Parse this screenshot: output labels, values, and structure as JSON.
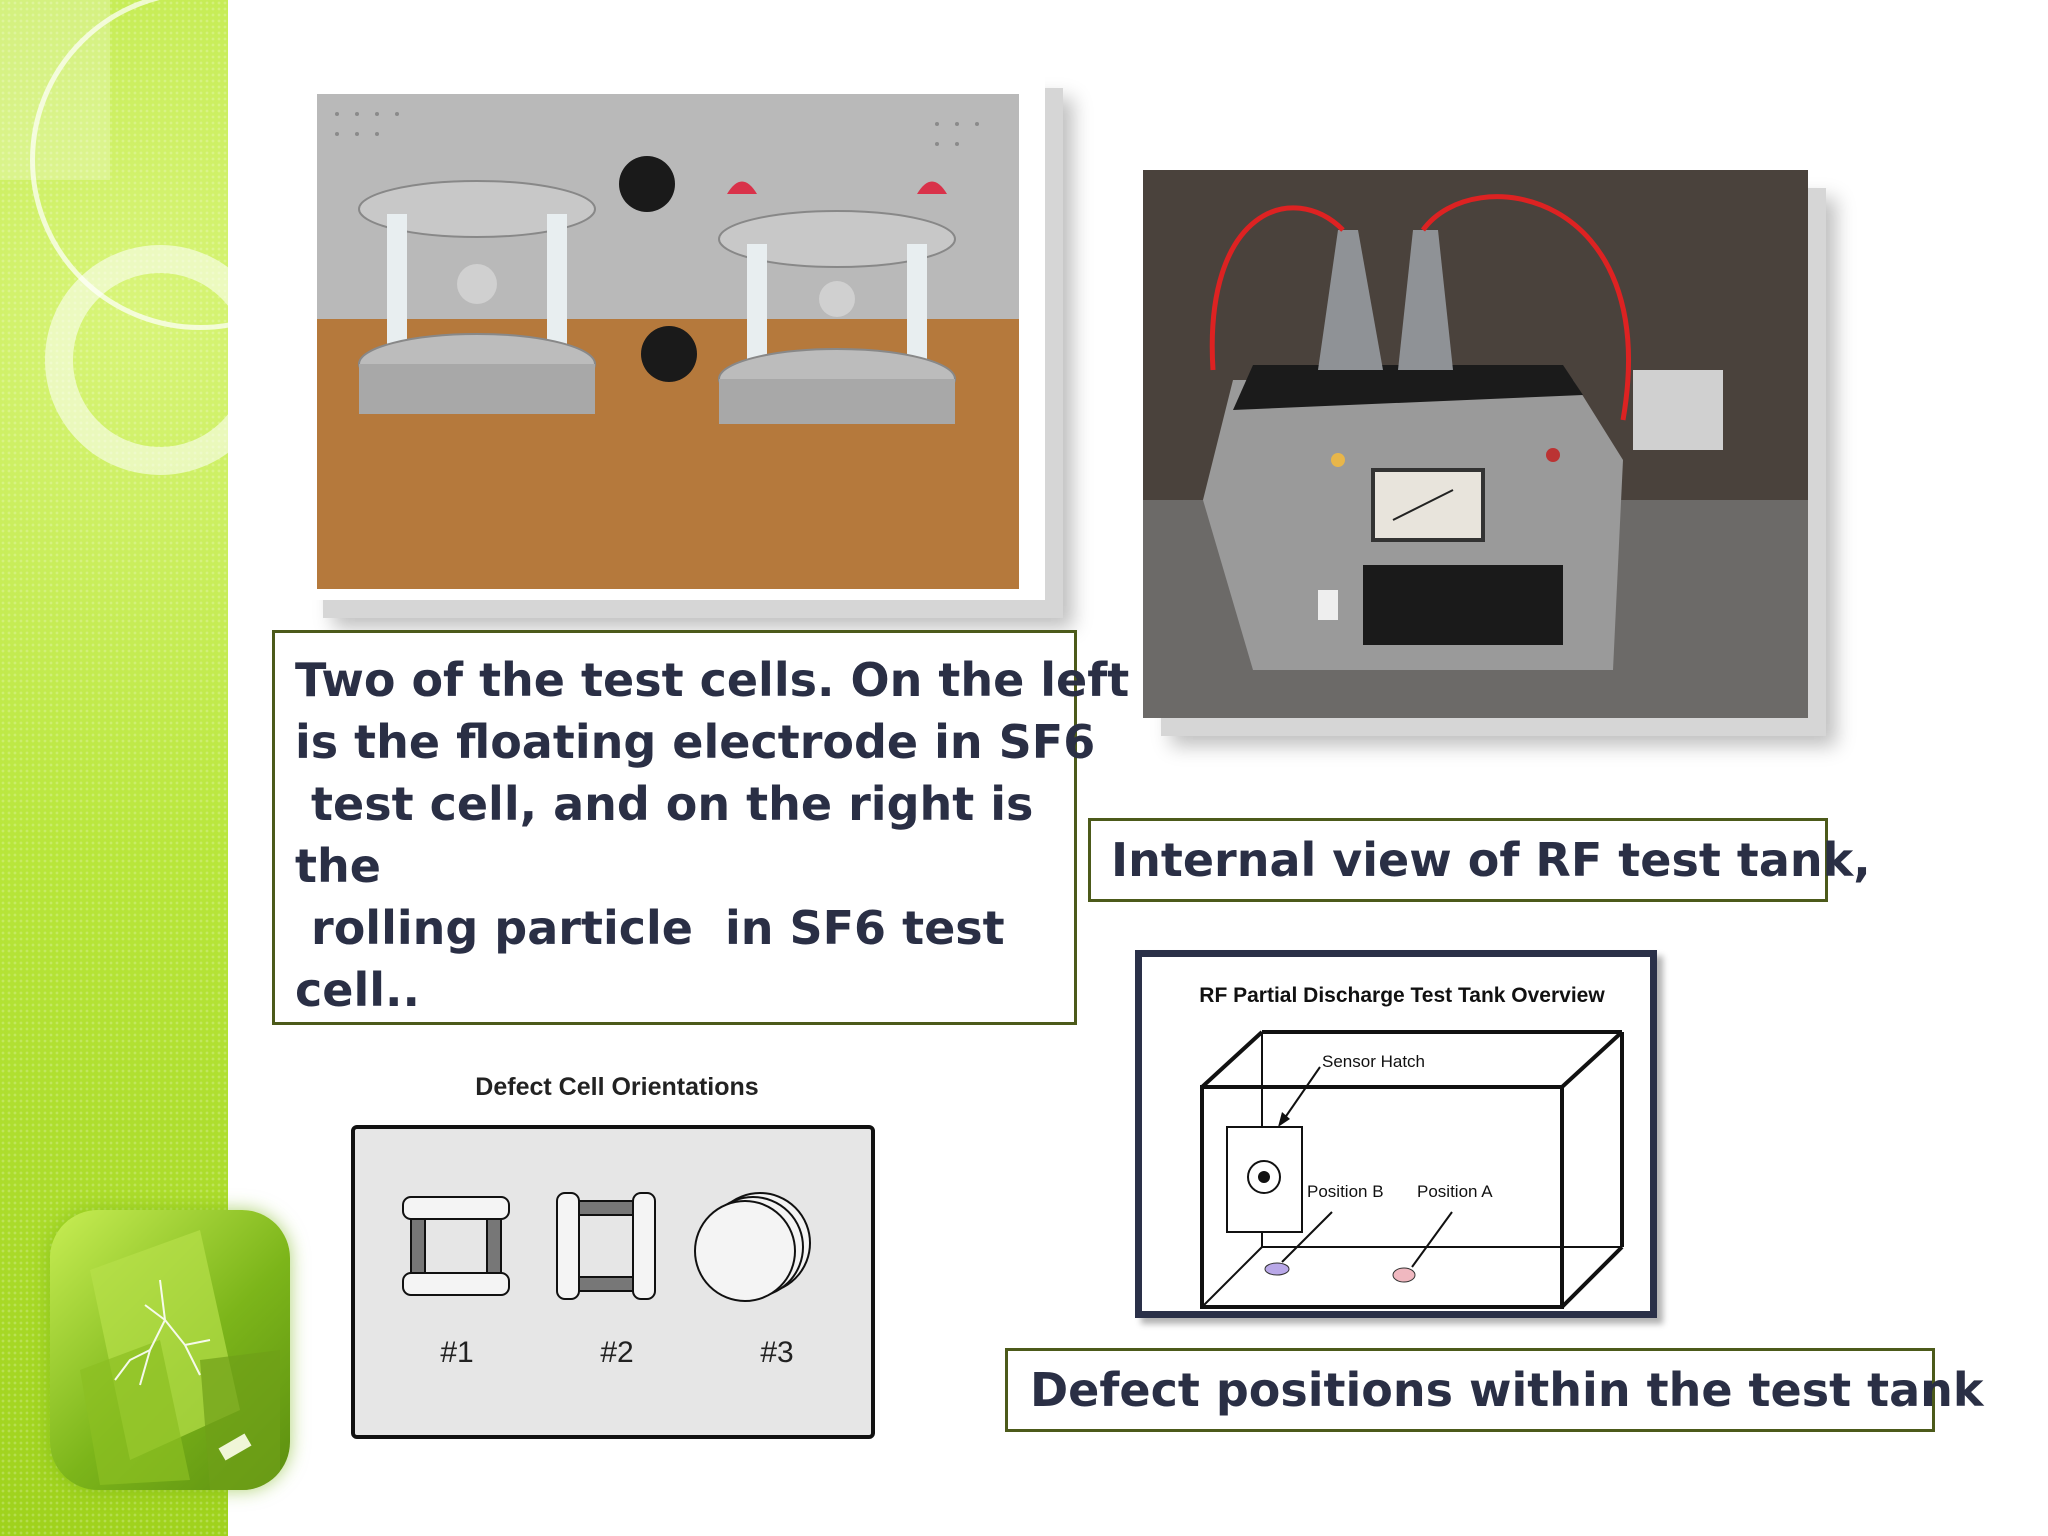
{
  "captions": {
    "test_cells": [
      "Two of the test cells. On the left",
      "is the floating electrode in SF6",
      " test cell, and on the right is",
      "the",
      " rolling particle  in SF6 test",
      "cell.."
    ],
    "rf_tank": "Internal view of RF test tank,",
    "defect_positions": "Defect positions within the test tank"
  },
  "tank_diagram": {
    "title": "RF Partial Discharge Test Tank Overview",
    "sensor_label": "Sensor Hatch",
    "position_b": "Position B",
    "position_a": "Position A"
  },
  "orientation_diagram": {
    "title": "Defect Cell Orientations",
    "labels": [
      "#1",
      "#2",
      "#3"
    ]
  },
  "colors": {
    "accent_green": "#a6d81f",
    "caption_border": "#4c5a1a",
    "caption_text": "#2a2f45"
  },
  "icons": {
    "logo": "glass-fracture-logo-icon"
  }
}
